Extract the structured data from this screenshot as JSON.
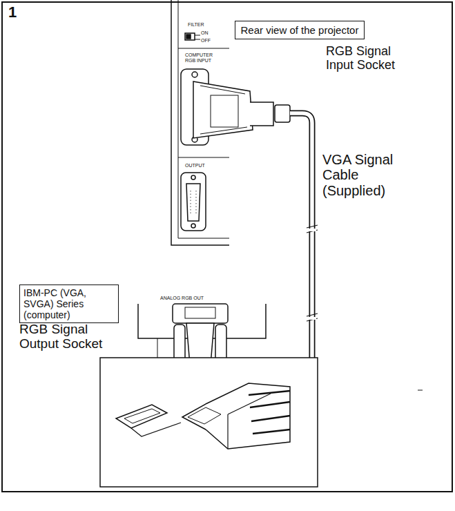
{
  "diagram": {
    "nodes": [
      {
        "text": [
          "Rear view of the projector"
        ]
      },
      {
        "text": [
          "IBM-PC (VGA, SVGA) Series (computer)"
        ]
      }
    ],
    "labels": [
      "1",
      "RGB Signal Input Socket",
      "VGA Signal Cable (Supplied)",
      "RGB Signal Output Socket",
      "FILTER",
      "ON",
      "OFF",
      "COMPUTER RGB INPUT",
      "OUTPUT",
      "ANALOG RGB OUT"
    ]
  }
}
